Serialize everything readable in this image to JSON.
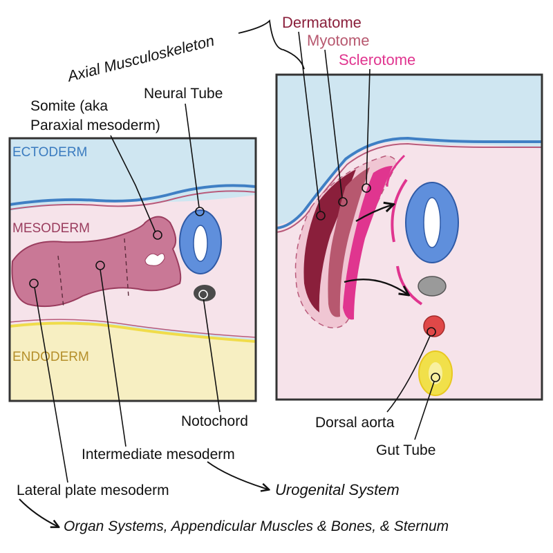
{
  "headings": {
    "axial": "Axial Musculoskeleton",
    "dermatome": "Dermatome",
    "myotome": "Myotome",
    "sclerotome": "Sclerotome"
  },
  "regions": {
    "ectoderm": "ECTODERM",
    "mesoderm": "MESODERM",
    "endoderm": "ENDODERM"
  },
  "labels": {
    "somite_line1": "Somite (aka",
    "somite_line2": "Paraxial mesoderm)",
    "neural_tube": "Neural Tube",
    "notochord": "Notochord",
    "intermediate_mesoderm": "Intermediate mesoderm",
    "lateral_plate_mesoderm": "Lateral plate mesoderm",
    "dorsal_aorta": "Dorsal aorta",
    "gut_tube": "Gut Tube"
  },
  "outcomes": {
    "urogenital": "Urogenital System",
    "organ_systems": "Organ Systems, Appendicular Muscles & Bones, & Sternum"
  },
  "colors": {
    "ectoderm": "#cfe6f1",
    "ectoderm_text": "#3a7bbf",
    "mesoderm": "#f6e3ea",
    "mesoderm_text": "#9a3c5e",
    "endoderm": "#f7efc2",
    "endoderm_text": "#b58f2a",
    "somite": "#c97896",
    "dermatome": "#8a1f3b",
    "myotome": "#b7586f",
    "sclerotome": "#e0358f",
    "neural_tube": "#5f8fdc",
    "notochord": "#8a8a8a",
    "aorta": "#e04848",
    "gut": "#f1e04a"
  }
}
